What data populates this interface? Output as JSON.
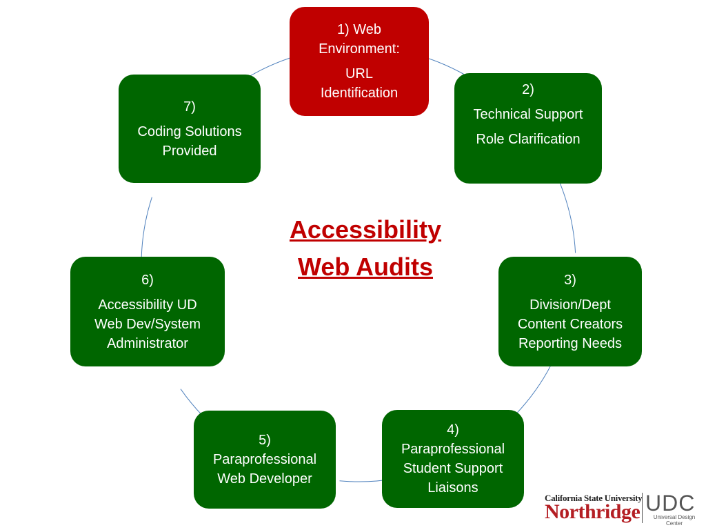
{
  "diagram": {
    "title_lines": [
      "Accessibility",
      "Web Audits"
    ],
    "nodes": [
      {
        "lines": [
          "1) Web",
          "Environment:",
          "URL",
          "Identification"
        ],
        "color": "#c00000"
      },
      {
        "lines": [
          "2)",
          "Technical Support",
          "Role Clarification"
        ],
        "color": "#006600"
      },
      {
        "lines": [
          "3)",
          "Division/Dept",
          "Content Creators",
          "Reporting Needs"
        ],
        "color": "#006600"
      },
      {
        "lines": [
          "4)",
          "Paraprofessional",
          "Student Support",
          "Liaisons"
        ],
        "color": "#006600"
      },
      {
        "lines": [
          "5)",
          "Paraprofessional",
          "Web Developer"
        ],
        "color": "#006600"
      },
      {
        "lines": [
          "6)",
          "Accessibility UD",
          "Web Dev/System",
          "Administrator"
        ],
        "color": "#006600"
      },
      {
        "lines": [
          "7)",
          "Coding Solutions",
          "Provided"
        ],
        "color": "#006600"
      }
    ],
    "connector_color": "#4f81bd"
  },
  "logo": {
    "university_top": "California State University",
    "university_main": "Northridge",
    "udc": "UDC",
    "udc_sub_line1": "Universal Design",
    "udc_sub_line2": "Center"
  }
}
